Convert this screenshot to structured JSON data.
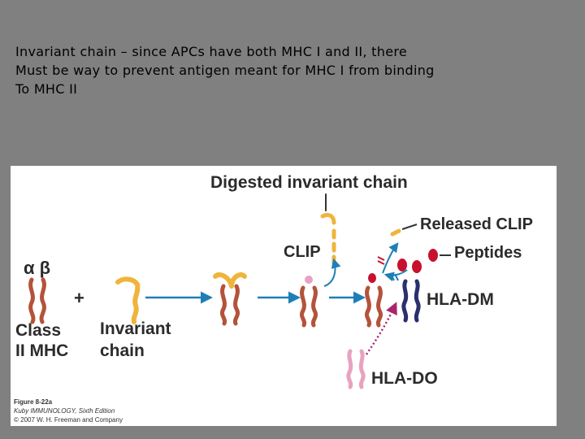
{
  "slide": {
    "text_lines": [
      "Invariant chain – since APCs have both MHC I and II, there",
      "Must be way to prevent antigen meant for MHC I from binding",
      "To MHC II"
    ]
  },
  "figure": {
    "labels": {
      "digested": "Digested invariant chain",
      "released_clip": "Released CLIP",
      "peptides": "Peptides",
      "clip": "CLIP",
      "alpha_beta": "α β",
      "plus": "+",
      "class_ii_mhc_line1": "Class",
      "class_ii_mhc_line2": "II MHC",
      "invariant_chain_line1": "Invariant",
      "invariant_chain_line2": "chain",
      "hla_dm": "HLA-DM",
      "hla_do": "HLA-DO"
    },
    "caption": {
      "line1": "Figure 8-22a",
      "line2": "Kuby IMMUNOLOGY, Sixth Edition",
      "line3": "© 2007 W. H. Freeman and Company"
    },
    "colors": {
      "mhc": "#b4533a",
      "invariant": "#f0b43c",
      "arrow": "#1e7fb8",
      "hla_dm": "#2b2f6b",
      "hla_do": "#e8a2c0",
      "do_arrow": "#a8246e",
      "peptide": "#c8102e"
    }
  }
}
